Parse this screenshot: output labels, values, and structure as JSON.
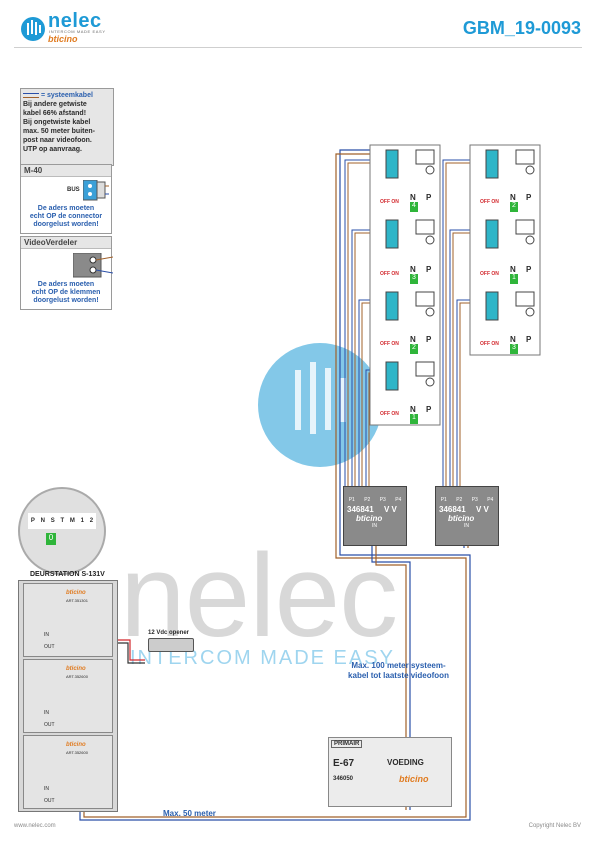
{
  "header": {
    "brand_name": "nelec",
    "brand_tag": "INTERCOM MADE EASY",
    "brand_sub": "bticino",
    "doc_id": "GBM_19-0093"
  },
  "legend": {
    "title": "= systeemkabel",
    "text1": "Bij andere getwiste",
    "text2": "kabel 66% afstand!",
    "text3": "Bij ongetwiste kabel",
    "text4": "max. 50 meter buiten-",
    "text5": "post naar videofoon.",
    "text6": "UTP op aanvraag."
  },
  "m40": {
    "title": "M-40",
    "bus_label": "BUS",
    "note1": "De aders moeten",
    "note2": "echt OP de connector",
    "note3": "doorgelust worden!"
  },
  "vv_panel": {
    "title": "VideoVerdeler",
    "note1": "De aders moeten",
    "note2": "echt OP de klemmen",
    "note3": "doorgelust worden!"
  },
  "monitors": {
    "off_on": "OFF ON",
    "n": "N",
    "p": "P",
    "left_numbers": [
      "4",
      "3",
      "2",
      "1"
    ],
    "right_numbers": [
      "2",
      "1",
      "3"
    ]
  },
  "distributors": {
    "ports": [
      "P1",
      "P2",
      "P3",
      "P4"
    ],
    "model": "346841",
    "vv": "V V",
    "brand": "bticino",
    "in": "IN"
  },
  "door_station": {
    "title": "DEURSTATION S-131V",
    "in_label": "IN",
    "out_label": "OUT",
    "brand": "bticino",
    "terminals": [
      "P",
      "N",
      "S",
      "T",
      "M",
      "1",
      "2"
    ],
    "address": "0",
    "mods": [
      "ART.351301",
      "ART.352600",
      "ART.352600"
    ]
  },
  "opener": {
    "label": "12 Vdc opener"
  },
  "psu": {
    "primair": "PRIMAIR",
    "model": "E-67",
    "name": "VOEDING",
    "code": "346050",
    "brand": "bticino"
  },
  "labels": {
    "max100_1": "Max. 100 meter systeem-",
    "max100_2": "kabel tot laatste videofoon",
    "max50": "Max. 50 meter"
  },
  "footer": {
    "left": "www.nelec.com",
    "right": "Copyright Nelec BV"
  },
  "colors": {
    "brand_blue": "#1e9ad6",
    "brand_orange": "#e07b20",
    "wire_blue": "#2a4fa8",
    "wire_brown": "#a0602a",
    "wire_red": "#d2272c",
    "terminal_green": "#2fb53a"
  }
}
